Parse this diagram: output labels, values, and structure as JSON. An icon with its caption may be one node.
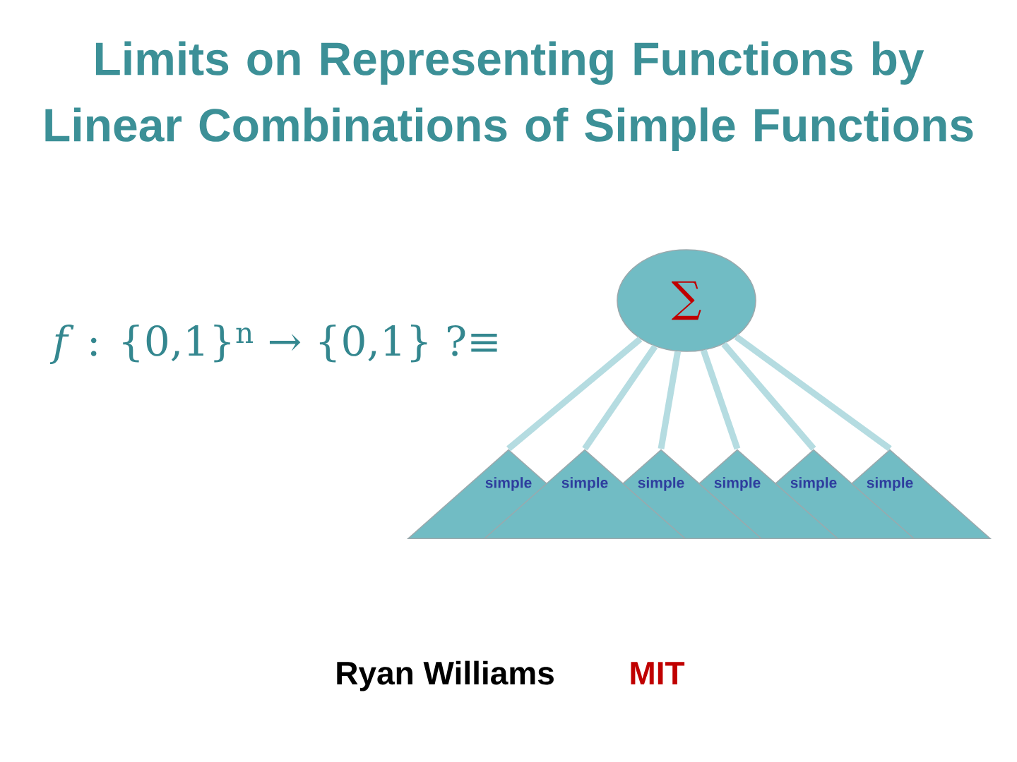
{
  "diagram": {
    "title": "Limits on Representing Functions by Linear Combinations of Simple Functions",
    "nodes": [
      {
        "text": [
          "∑"
        ]
      },
      {
        "text": [
          "simple"
        ]
      },
      {
        "text": [
          "simple"
        ]
      },
      {
        "text": [
          "simple"
        ]
      },
      {
        "text": [
          "simple"
        ]
      },
      {
        "text": [
          "simple"
        ]
      },
      {
        "text": [
          "simple"
        ]
      }
    ],
    "edges": [
      {
        "from": 0,
        "to": 1,
        "arrow": "none"
      },
      {
        "from": 0,
        "to": 2,
        "arrow": "none"
      },
      {
        "from": 0,
        "to": 3,
        "arrow": "none"
      },
      {
        "from": 0,
        "to": 4,
        "arrow": "none"
      },
      {
        "from": 0,
        "to": 5,
        "arrow": "none"
      },
      {
        "from": 0,
        "to": 6,
        "arrow": "none"
      }
    ],
    "labels": [
      "*f* : {0,1}$^{n}$ → {0,1} ?≡",
      "Ryan Williams",
      "MIT"
    ]
  }
}
